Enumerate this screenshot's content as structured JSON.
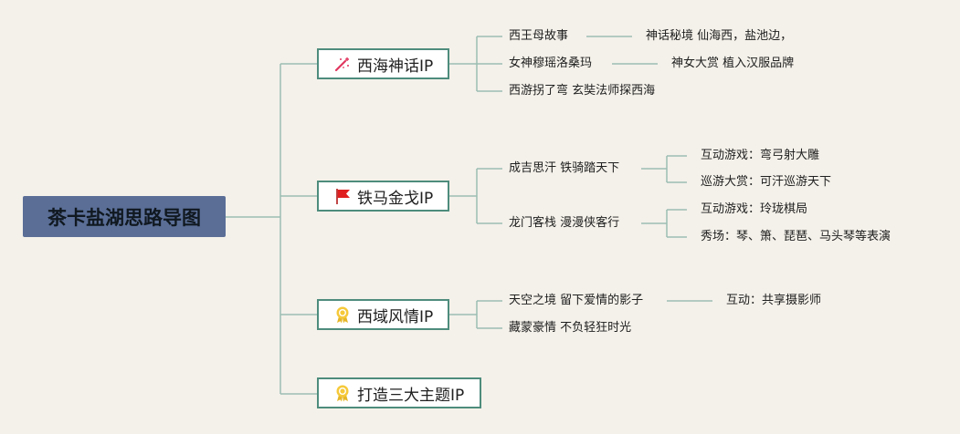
{
  "root": {
    "title": "茶卡盐湖思路导图"
  },
  "branches": [
    {
      "label": "西海神话IP",
      "icon": "magic-wand-icon",
      "children": [
        {
          "label": "西王母故事",
          "children": [
            {
              "label": "神话秘境 仙海西，盐池边，"
            }
          ]
        },
        {
          "label": "女神穆瑶洛桑玛",
          "children": [
            {
              "label": "神女大赏 植入汉服品牌"
            }
          ]
        },
        {
          "label": "西游拐了弯 玄奘法师探西海",
          "children": []
        }
      ]
    },
    {
      "label": "铁马金戈IP",
      "icon": "red-flag-icon",
      "children": [
        {
          "label": "成吉思汗 铁骑踏天下",
          "children": [
            {
              "label": "互动游戏：弯弓射大雕"
            },
            {
              "label": "巡游大赏：可汗巡游天下"
            }
          ]
        },
        {
          "label": "龙门客栈 漫漫侠客行",
          "children": [
            {
              "label": "互动游戏：玲珑棋局"
            },
            {
              "label": "秀场：琴、箫、琵琶、马头琴等表演"
            }
          ]
        }
      ]
    },
    {
      "label": "西域风情IP",
      "icon": "award-medal-icon",
      "children": [
        {
          "label": "天空之境 留下爱情的影子",
          "children": [
            {
              "label": "互动：共享摄影师"
            }
          ]
        },
        {
          "label": "藏蒙豪情 不负轻狂时光",
          "children": []
        }
      ]
    },
    {
      "label": "打造三大主题IP",
      "icon": "award-medal-icon",
      "children": []
    }
  ],
  "colors": {
    "root_fill": "#5a6e96",
    "connector": "#9bbdb3",
    "branch_border": "#4e8c7d",
    "background": "#f4f1ea"
  }
}
